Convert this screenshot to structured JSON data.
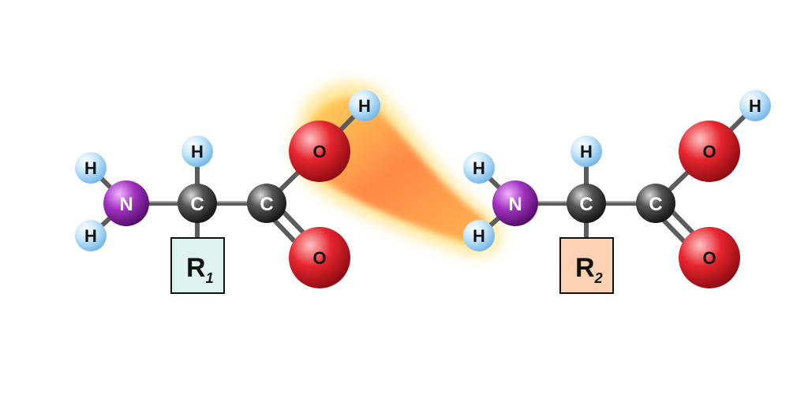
{
  "molecules": [
    {
      "atoms": {
        "h_amine_top": "H",
        "h_amine_bottom": "H",
        "n": "N",
        "c_alpha": "C",
        "h_alpha": "H",
        "c_carboxyl": "C",
        "o_hydroxyl": "O",
        "h_hydroxyl": "H",
        "o_carbonyl": "O"
      },
      "side_chain": {
        "letter": "R",
        "subscript": "1",
        "color": "#dff3ee"
      }
    },
    {
      "atoms": {
        "h_amine_top": "H",
        "h_amine_bottom": "H",
        "n": "N",
        "c_alpha": "C",
        "h_alpha": "H",
        "c_carboxyl": "C",
        "o_hydroxyl": "O",
        "h_hydroxyl": "H",
        "o_carbonyl": "O"
      },
      "side_chain": {
        "letter": "R",
        "subscript": "2",
        "color": "#fdd1b3"
      }
    }
  ],
  "colors": {
    "hydrogen": "#bfe3fb",
    "nitrogen": "#9b2bb5",
    "carbon": "#4a4a4a",
    "oxygen": "#e0202a",
    "bond": "#6b6b6b",
    "highlight": "#ff7a2a"
  }
}
